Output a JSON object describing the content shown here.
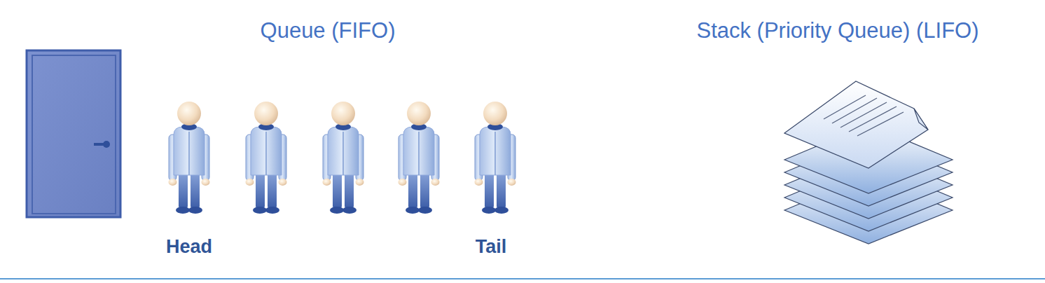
{
  "diagram": {
    "labels": [
      "Queue (FIFO)",
      "Stack (Priority Queue) (LIFO)",
      "Head",
      "Tail"
    ]
  }
}
